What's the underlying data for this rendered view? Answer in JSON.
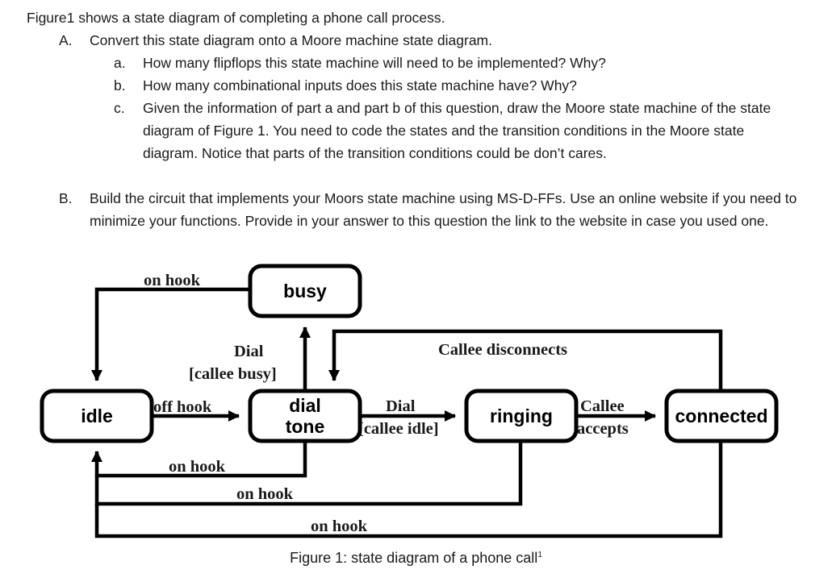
{
  "question": {
    "lead": "Figure1 shows a state diagram of completing a phone call process.",
    "items": [
      {
        "marker": "A.",
        "text": "Convert this state diagram onto a Moore machine state diagram.",
        "subitems": [
          {
            "marker": "a.",
            "text": "How many flipflops this state machine will need to be implemented? Why?"
          },
          {
            "marker": "b.",
            "text": "How many combinational inputs does this state machine have? Why?"
          },
          {
            "marker": "c.",
            "text": "Given the information of part a and part b of this question, draw the Moore state machine of the state diagram of Figure 1. You need to code the states and the transition conditions in the Moore state diagram. Notice that parts of the transition conditions could be don’t cares."
          }
        ]
      },
      {
        "marker": "B.",
        "text": "Build the circuit that implements your Moors state machine using MS-D-FFs. Use an online website if you need to minimize your functions. Provide in your answer to this question the link to the website in case you used one.",
        "subitems": []
      }
    ]
  },
  "diagram": {
    "states": [
      {
        "id": "busy",
        "label": "busy"
      },
      {
        "id": "idle",
        "label": "idle"
      },
      {
        "id": "dial_tone",
        "label_line1": "dial",
        "label_line2": "tone"
      },
      {
        "id": "ringing",
        "label": "ringing"
      },
      {
        "id": "connected",
        "label": "connected"
      }
    ],
    "transitions": [
      {
        "id": "busy_to_idle",
        "from": "busy",
        "to": "idle",
        "label": "on hook"
      },
      {
        "id": "idle_to_dialtone",
        "from": "idle",
        "to": "dial_tone",
        "label": "off hook"
      },
      {
        "id": "dialtone_to_busy",
        "from": "dial_tone",
        "to": "busy",
        "label_line1": "Dial",
        "label_line2": "[callee busy]"
      },
      {
        "id": "dialtone_to_ringing",
        "from": "dial_tone",
        "to": "ringing",
        "label_line1": "Dial",
        "label_line2": "[callee idle]"
      },
      {
        "id": "ringing_to_connected",
        "from": "ringing",
        "to": "connected",
        "label_line1": "Callee",
        "label_line2": "accepts"
      },
      {
        "id": "connected_to_dialtone",
        "from": "connected",
        "to": "dial_tone",
        "label": "Callee disconnects"
      },
      {
        "id": "dialtone_to_idle",
        "from": "dial_tone",
        "to": "idle",
        "label": "on hook"
      },
      {
        "id": "ringing_to_idle",
        "from": "ringing",
        "to": "idle",
        "label": "on hook"
      },
      {
        "id": "connected_to_idle",
        "from": "connected",
        "to": "idle",
        "label": "on hook"
      }
    ],
    "colors": {
      "stroke": "#000000",
      "box_fill": "#ffffff",
      "label_text": "#1a1a1a"
    }
  },
  "caption": {
    "text": "Figure 1: state diagram of a phone call",
    "footnote_marker": "1"
  }
}
